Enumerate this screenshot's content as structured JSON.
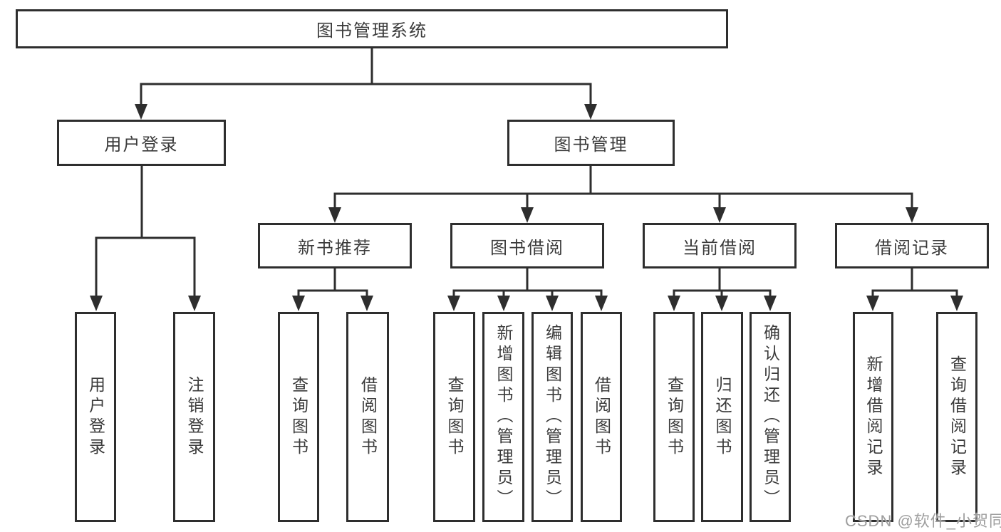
{
  "diagram": {
    "title": "图书管理系统",
    "tree": {
      "root": {
        "label": "图书管理系统",
        "children": [
          {
            "label": "用户登录",
            "children": [
              {
                "label": "用户登录"
              },
              {
                "label": "注销登录"
              }
            ]
          },
          {
            "label": "图书管理",
            "children": [
              {
                "label": "新书推荐",
                "children": [
                  {
                    "label": "查询图书"
                  },
                  {
                    "label": "借阅图书"
                  }
                ]
              },
              {
                "label": "图书借阅",
                "children": [
                  {
                    "label": "查询图书"
                  },
                  {
                    "label": "新增图书（管理员）"
                  },
                  {
                    "label": "编辑图书（管理员）"
                  },
                  {
                    "label": "借阅图书"
                  }
                ]
              },
              {
                "label": "当前借阅",
                "children": [
                  {
                    "label": "查询图书"
                  },
                  {
                    "label": "归还图书"
                  },
                  {
                    "label": "确认归还（管理员）"
                  }
                ]
              },
              {
                "label": "借阅记录",
                "children": [
                  {
                    "label": "新增借阅记录"
                  },
                  {
                    "label": "查询借阅记录"
                  }
                ]
              }
            ]
          }
        ]
      }
    }
  },
  "watermark": {
    "text": "CSDN @软件_小贺同学"
  },
  "colors": {
    "line": "#2e2e2e",
    "text": "#3b3b3b",
    "watermark": "#9e9e9e",
    "background": "#ffffff"
  }
}
